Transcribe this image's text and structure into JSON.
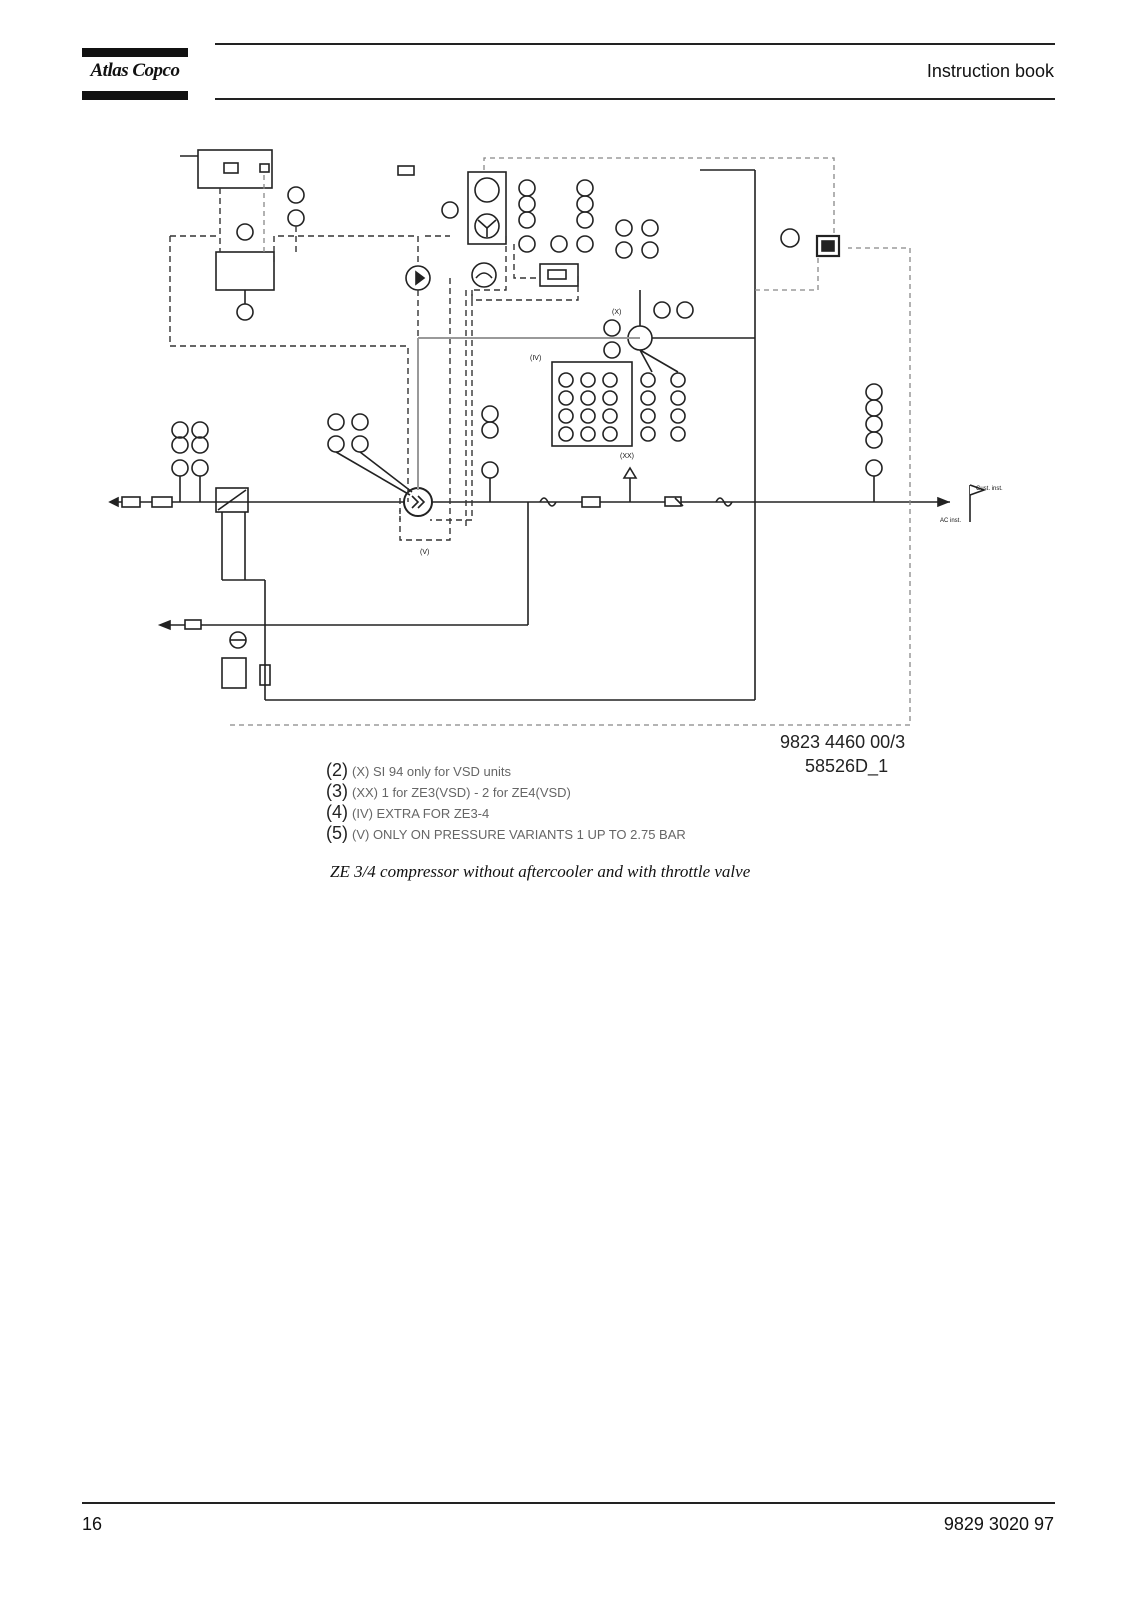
{
  "header": {
    "brand": "Atlas Copco",
    "title": "Instruction book"
  },
  "diagram": {
    "drawing_number": "9823 4460 00/3",
    "drawing_ref": "58526D_1",
    "labels": {
      "x": "(X)",
      "iv": "(IV)",
      "xx": "(XX)",
      "v": "(V)",
      "cust_inst": "Cust. inst.",
      "ac_inst": "AC inst."
    },
    "notes": [
      {
        "num": "(2)",
        "text": "(X)  SI 94 only for VSD units"
      },
      {
        "num": "(3)",
        "text": "(XX)  1 for ZE3(VSD) - 2 for ZE4(VSD)"
      },
      {
        "num": "(4)",
        "text": "(IV) EXTRA FOR ZE3-4"
      },
      {
        "num": "(5)",
        "text": "(V)    ONLY ON PRESSURE VARIANTS 1 UP TO 2.75 BAR"
      }
    ],
    "caption": "ZE 3/4 compressor without aftercooler and with throttle valve"
  },
  "footer": {
    "page_number": "16",
    "doc_code": "9829 3020 97"
  }
}
